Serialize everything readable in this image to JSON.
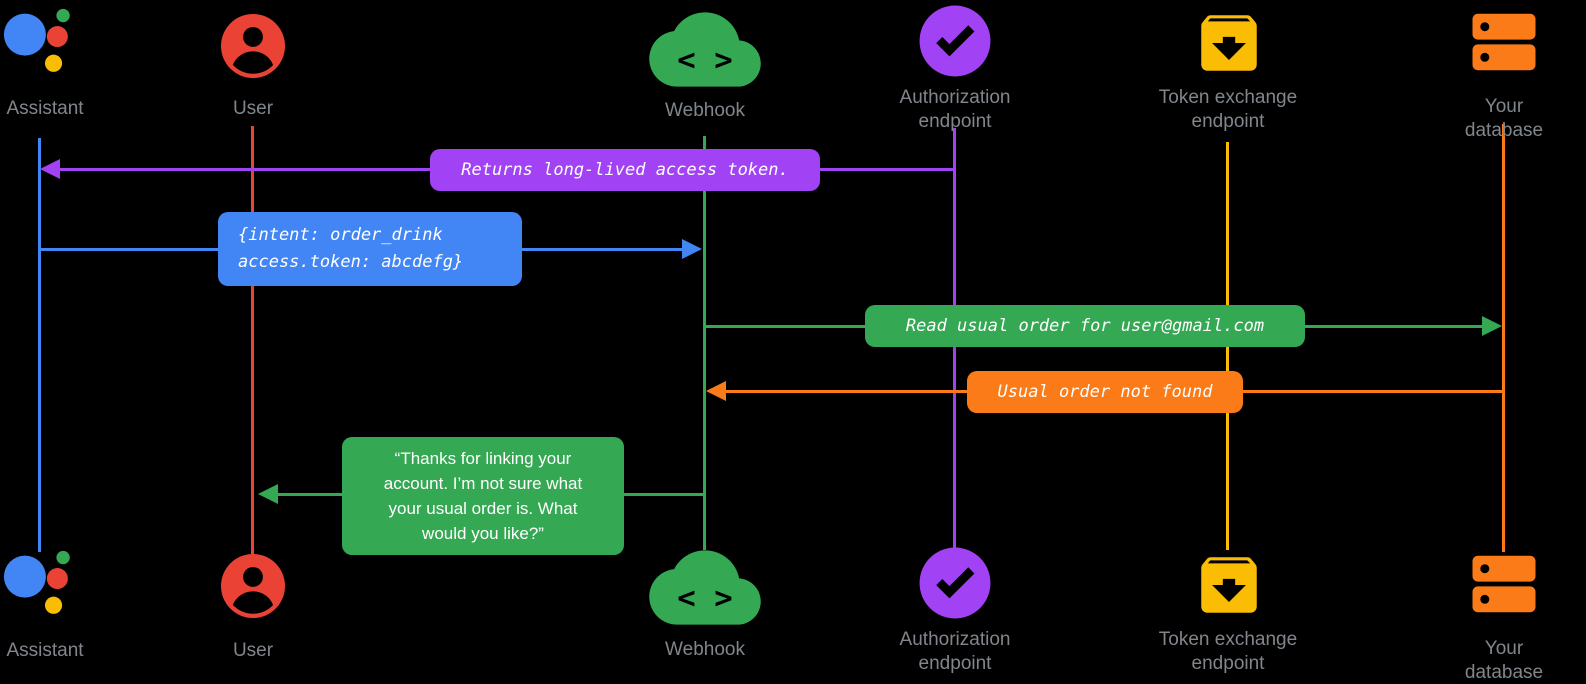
{
  "colors": {
    "assistant_blue": "#4285f4",
    "user_red": "#ea4335",
    "webhook_green": "#34a853",
    "auth_purple": "#a142f4",
    "token_yellow": "#fbbc04",
    "database_orange": "#fa7b17",
    "label_gray": "#80868b",
    "message_text": "#ffffff",
    "background": "#000000"
  },
  "actors": {
    "assistant": {
      "label": "Assistant"
    },
    "user": {
      "label": "User"
    },
    "webhook": {
      "label": "Webhook"
    },
    "auth": {
      "line1": "Authorization",
      "line2": "endpoint"
    },
    "token": {
      "line1": "Token exchange",
      "line2": "endpoint"
    },
    "database": {
      "label": "Your database"
    }
  },
  "icons": {
    "webhook_glyph": "< >"
  },
  "messages": {
    "returns_token": {
      "text": "Returns long-lived access token."
    },
    "intent": {
      "line1": "{intent: order_drink",
      "line2": "access.token: abcdefg}"
    },
    "read_order": {
      "text": "Read usual order for user@gmail.com"
    },
    "not_found": {
      "text": "Usual order not found"
    },
    "assistant_reply": {
      "line1": "“Thanks for linking your",
      "line2": "account. I’m not sure what",
      "line3": "your usual order is. What",
      "line4": "would you like?”"
    }
  }
}
